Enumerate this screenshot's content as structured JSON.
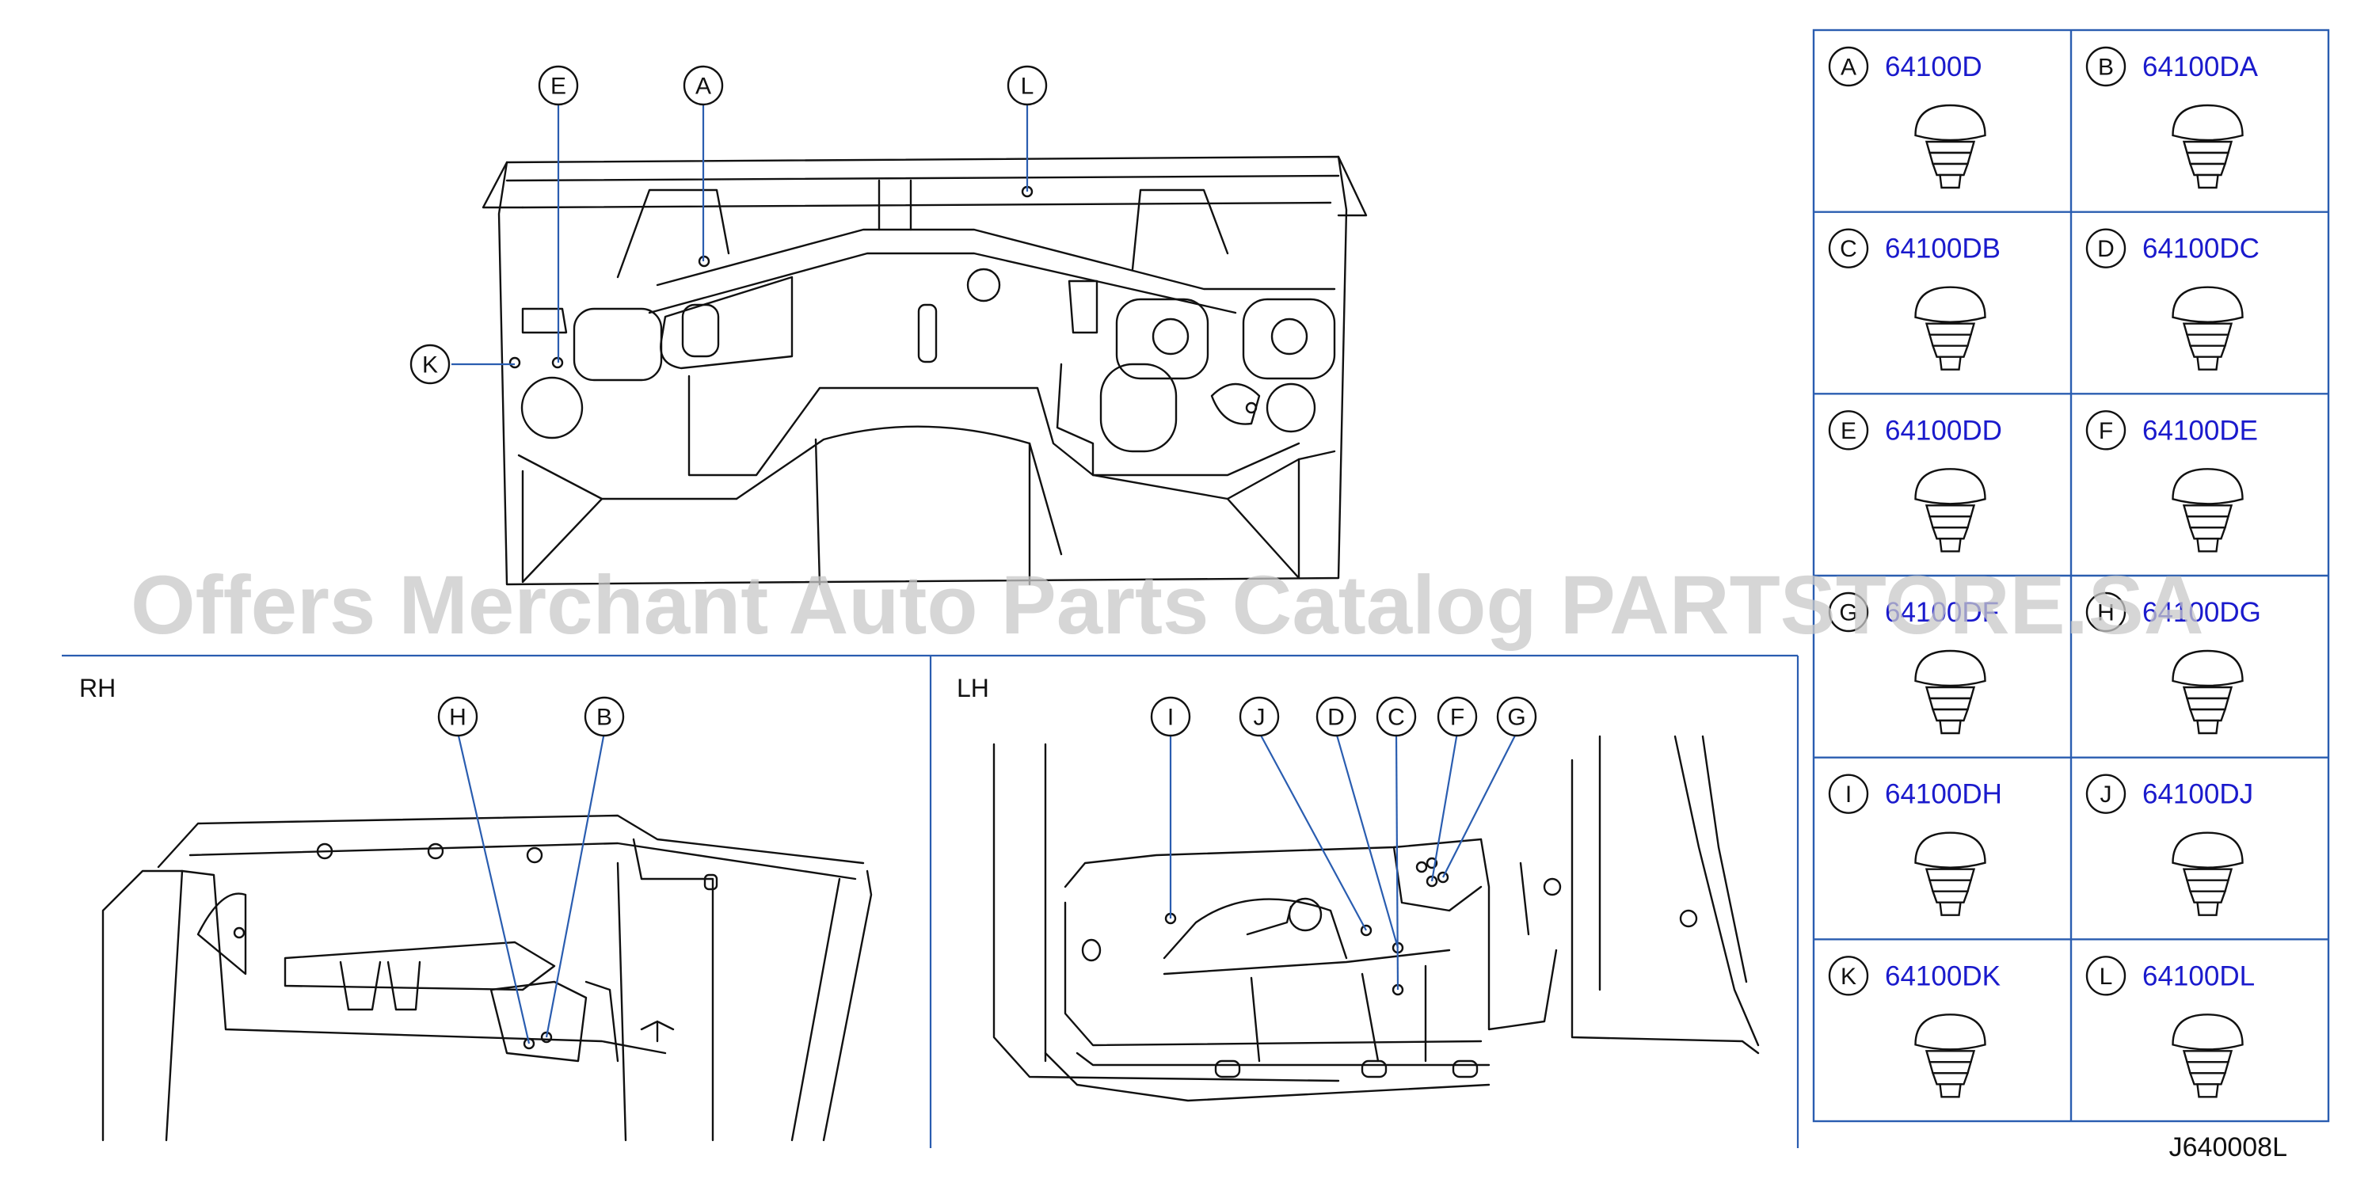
{
  "watermark": "Offers Merchant Auto Parts Catalog PARTSTORE.SA",
  "diagram_code": "J640008L",
  "views": {
    "rh": {
      "label": "RH"
    },
    "lh": {
      "label": "LH"
    }
  },
  "callouts": {
    "main": [
      "E",
      "A",
      "L",
      "K"
    ],
    "rh": [
      "H",
      "B"
    ],
    "lh": [
      "I",
      "J",
      "D",
      "C",
      "F",
      "G"
    ]
  },
  "parts": [
    {
      "letter": "A",
      "part_number": "64100D"
    },
    {
      "letter": "B",
      "part_number": "64100DA"
    },
    {
      "letter": "C",
      "part_number": "64100DB"
    },
    {
      "letter": "D",
      "part_number": "64100DC"
    },
    {
      "letter": "E",
      "part_number": "64100DD"
    },
    {
      "letter": "F",
      "part_number": "64100DE"
    },
    {
      "letter": "G",
      "part_number": "64100DF"
    },
    {
      "letter": "H",
      "part_number": "64100DG"
    },
    {
      "letter": "I",
      "part_number": "64100DH"
    },
    {
      "letter": "J",
      "part_number": "64100DJ"
    },
    {
      "letter": "K",
      "part_number": "64100DK"
    },
    {
      "letter": "L",
      "part_number": "64100DL"
    }
  ],
  "colors": {
    "leader": "#2a5db0",
    "part_number": "#1a1acc",
    "frame": "#2a5db0"
  }
}
